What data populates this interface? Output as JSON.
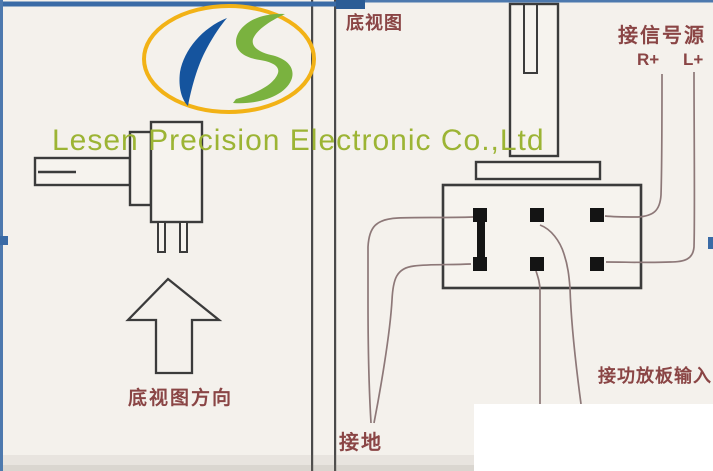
{
  "company": {
    "name": "Lesen Precision Electronic Co.,Ltd"
  },
  "left_panel": {
    "caption": "底视图方向",
    "drawing": "potentiometer-side-view"
  },
  "right_panel": {
    "title": "底视图",
    "signal_source_label": "接信号源",
    "r_label": "R+",
    "l_label": "L+",
    "amp_input_label": "接功放板输入",
    "ground_label": "接地",
    "pin_count": 6
  },
  "colors": {
    "background": "#f4f1ec",
    "line": "#3b3b3b",
    "wire": "#8d7878",
    "label_red": "#8a4545",
    "company_green": "#9cb434",
    "logo_yellow": "#f2b216",
    "logo_blue": "#15549e",
    "logo_green": "#7ab23f",
    "frame_blue": "#3f6da8",
    "white_block": "#ffffff"
  }
}
